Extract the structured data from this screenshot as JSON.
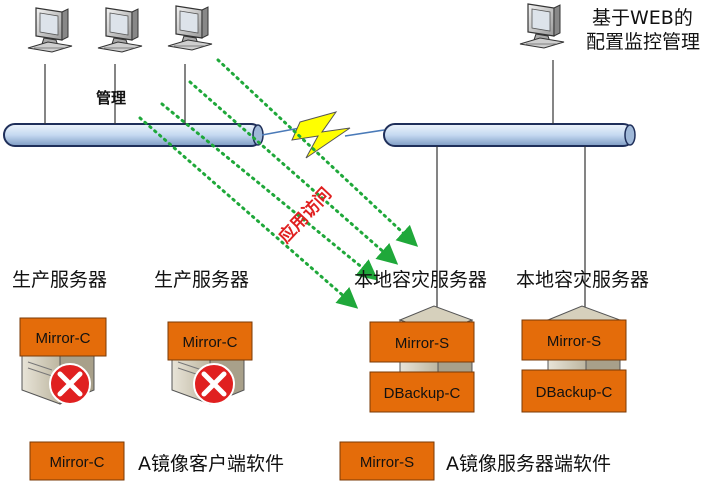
{
  "labels": {
    "management": "管理",
    "web_monitor_line1": "基于WEB的",
    "web_monitor_line2": "配置监控管理",
    "app_access": "应用访问",
    "prod_server_1": "生产服务器",
    "prod_server_2": "生产服务器",
    "dr_server_1": "本地容灾服务器",
    "dr_server_2": "本地容灾服务器"
  },
  "boxes": {
    "prod1_client": "Mirror-C",
    "prod2_client": "Mirror-C",
    "dr1_server": "Mirror-S",
    "dr1_backup": "DBackup-C",
    "dr2_server": "Mirror-S",
    "dr2_backup": "DBackup-C"
  },
  "legend": {
    "client_box": "Mirror-C",
    "client_desc": "A镜像客户端软件",
    "server_box": "Mirror-S",
    "server_desc": "A镜像服务器端软件"
  },
  "colors": {
    "box_fill": "#e46c0a",
    "bus_fill": "#c5d9f1",
    "access_arrow": "#1fa83a",
    "access_text": "#e02020",
    "lightning": "#ffff00",
    "fault_x": "#e02020"
  }
}
